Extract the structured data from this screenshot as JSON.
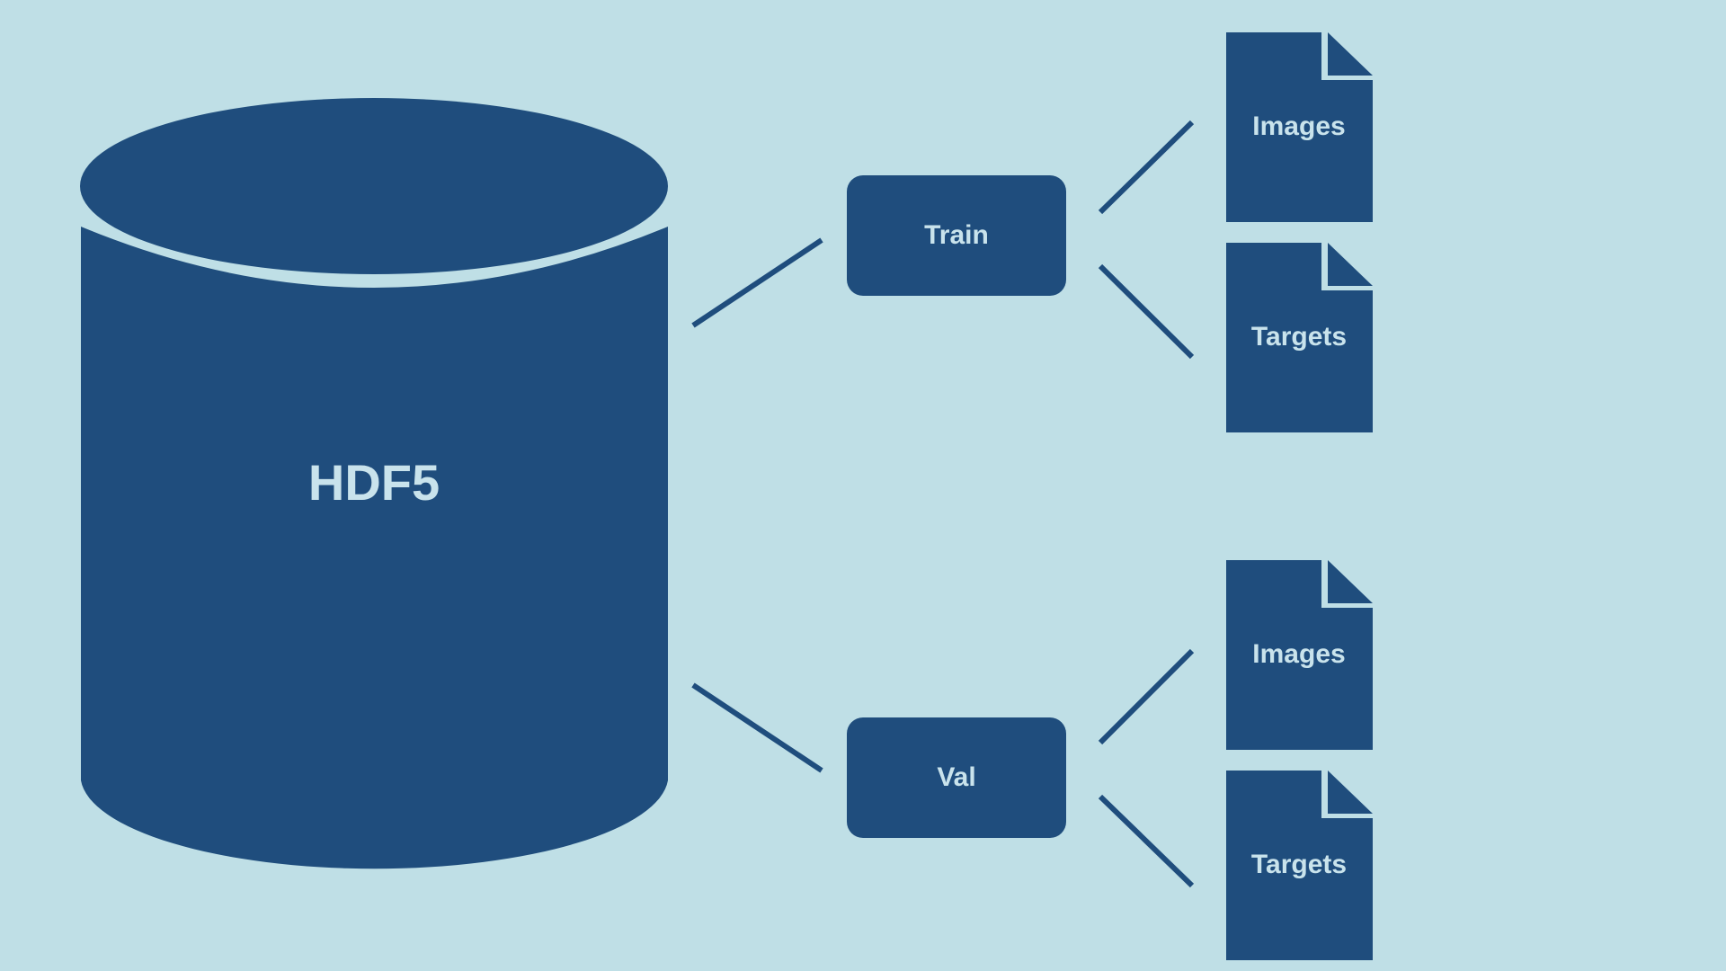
{
  "colors": {
    "background": "#bfdfe6",
    "shape_fill": "#1f4d7d",
    "label_text": "#c9e3ec",
    "connector": "#1f4d7d"
  },
  "database": {
    "label": "HDF5",
    "icon": "cylinder-database-icon"
  },
  "groups": [
    {
      "label": "Train",
      "files": [
        {
          "label": "Images",
          "icon": "document-icon"
        },
        {
          "label": "Targets",
          "icon": "document-icon"
        }
      ]
    },
    {
      "label": "Val",
      "files": [
        {
          "label": "Images",
          "icon": "document-icon"
        },
        {
          "label": "Targets",
          "icon": "document-icon"
        }
      ]
    }
  ]
}
